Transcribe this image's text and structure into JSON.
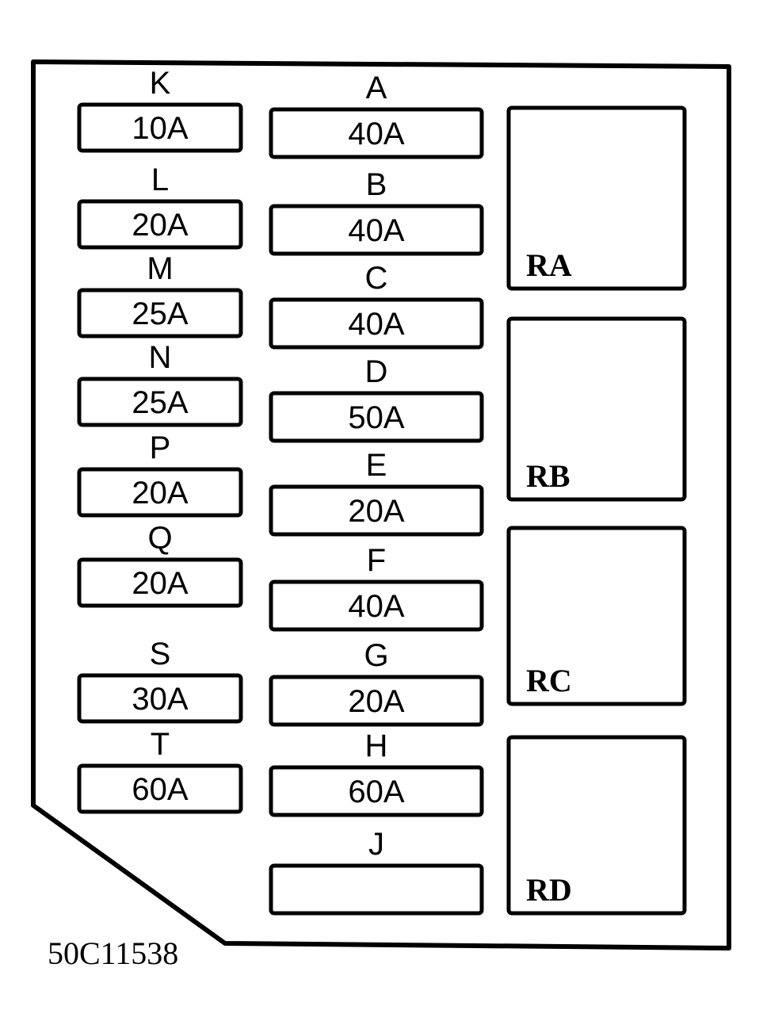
{
  "diagram": {
    "figure_code": "50C11538",
    "colors": {
      "line": "#000000",
      "background": "#ffffff"
    },
    "fuses_left": [
      {
        "label": "K",
        "rating": "10A"
      },
      {
        "label": "L",
        "rating": "20A"
      },
      {
        "label": "M",
        "rating": "25A"
      },
      {
        "label": "N",
        "rating": "25A"
      },
      {
        "label": "P",
        "rating": "20A"
      },
      {
        "label": "Q",
        "rating": "20A"
      },
      {
        "label": "S",
        "rating": "30A"
      },
      {
        "label": "T",
        "rating": "60A"
      }
    ],
    "fuses_middle": [
      {
        "label": "A",
        "rating": "40A"
      },
      {
        "label": "B",
        "rating": "40A"
      },
      {
        "label": "C",
        "rating": "40A"
      },
      {
        "label": "D",
        "rating": "50A"
      },
      {
        "label": "E",
        "rating": "20A"
      },
      {
        "label": "F",
        "rating": "40A"
      },
      {
        "label": "G",
        "rating": "20A"
      },
      {
        "label": "H",
        "rating": "60A"
      },
      {
        "label": "J",
        "rating": ""
      }
    ],
    "relays": [
      {
        "label": "RA"
      },
      {
        "label": "RB"
      },
      {
        "label": "RC"
      },
      {
        "label": "RD"
      }
    ]
  }
}
